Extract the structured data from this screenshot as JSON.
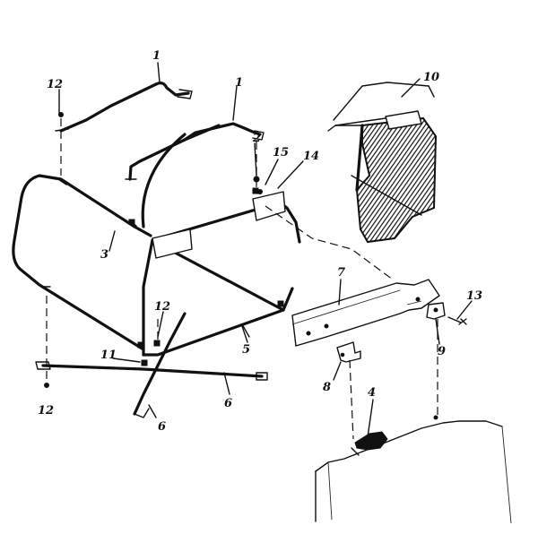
{
  "callouts": {
    "c1a": "1",
    "c1b": "1",
    "c2": "2",
    "c3": "3",
    "c4": "4",
    "c5": "5",
    "c6a": "6",
    "c6b": "6",
    "c7": "7",
    "c8": "8",
    "c9": "9",
    "c10": "10",
    "c11": "11",
    "c12a": "12",
    "c12b": "12",
    "c12c": "12",
    "c13": "13",
    "c14": "14",
    "c15": "15"
  },
  "colors": {
    "ink": "#111111",
    "paper": "#ffffff"
  }
}
